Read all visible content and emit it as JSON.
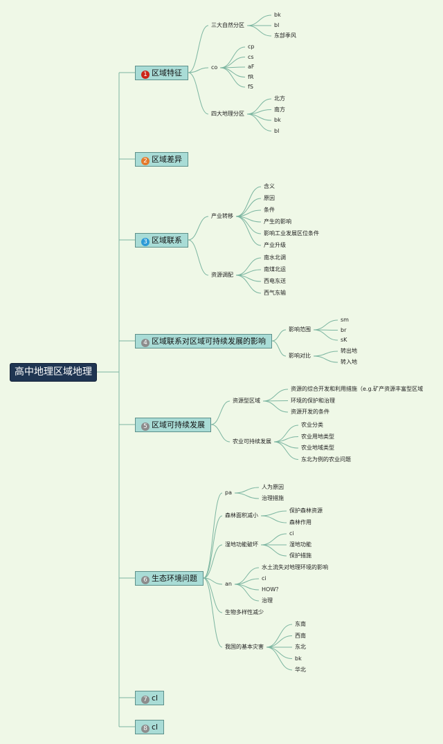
{
  "root": "高中地理区域地理",
  "colors": {
    "background": "#eff8e7",
    "root_fill": "#1f3552",
    "topic_fill": "#a9dcd6",
    "line": "#7bb5a0",
    "badge1": "#cc2418",
    "badge2": "#e47a2c",
    "badge3": "#2d9ad6",
    "badge_other": "#8c8c8c"
  },
  "topics": [
    {
      "num": "1",
      "label": "区域特征",
      "badge": "badge1",
      "children": [
        {
          "label": "三大自然分区",
          "children": [
            "bk",
            "bl",
            "东部季风"
          ]
        },
        {
          "label": "co",
          "children": [
            "cp",
            "cs",
            "aF",
            "fR",
            "fS"
          ]
        },
        {
          "label": "四大地理分区",
          "children": [
            "北方",
            "南方",
            "bk",
            "bl"
          ]
        }
      ]
    },
    {
      "num": "2",
      "label": "区域差异",
      "badge": "badge2",
      "children": []
    },
    {
      "num": "3",
      "label": "区域联系",
      "badge": "badge3",
      "children": [
        {
          "label": "产业转移",
          "children": [
            "含义",
            "原因",
            "条件",
            "产生的影响",
            "影响工业发展区位条件",
            "产业升级"
          ]
        },
        {
          "label": "资源调配",
          "children": [
            "南水北调",
            "南煤北运",
            "西电东送",
            "西气东输"
          ]
        }
      ]
    },
    {
      "num": "4",
      "label": "区域联系对区域可持续发展的影响",
      "badge": "badge_other",
      "children": [
        {
          "label": "影响范围",
          "children": [
            "sm",
            "br",
            "sK"
          ]
        },
        {
          "label": "影响对比",
          "children": [
            "转出地",
            "转入地"
          ]
        }
      ]
    },
    {
      "num": "5",
      "label": "区域可持续发展",
      "badge": "badge_other",
      "children": [
        {
          "label": "资源型区域",
          "children": [
            "资源的综合开发和利用措施（e.g.矿产资源丰富型区域",
            "环境的保护和治理",
            "资源开发的条件"
          ]
        },
        {
          "label": "农业可持续发展",
          "children": [
            "农业分类",
            "农业用地类型",
            "农业地域类型",
            "东北为例的农业问题"
          ]
        }
      ]
    },
    {
      "num": "6",
      "label": "生态环境问题",
      "badge": "badge_other",
      "children": [
        {
          "label": "pa",
          "children": [
            "人为原因",
            "治理措施"
          ]
        },
        {
          "label": "森林面积减小",
          "children": [
            "保护森林资源",
            "森林作用"
          ]
        },
        {
          "label": "湿地功能破坏",
          "children": [
            "ci",
            "湿地功能",
            "保护措施"
          ]
        },
        {
          "label": "an",
          "children": [
            "水土流失对地理环境的影响",
            "ci",
            "HOW？",
            "治理"
          ]
        },
        {
          "label": "生物多样性减少",
          "children": []
        },
        {
          "label": "我国的基本灾害",
          "children": [
            "东南",
            "西南",
            "东北",
            "bk",
            "华北"
          ]
        }
      ]
    },
    {
      "num": "7",
      "label": "cl",
      "badge": "badge_other",
      "children": []
    },
    {
      "num": "8",
      "label": "cl",
      "badge": "badge_other",
      "children": []
    }
  ]
}
